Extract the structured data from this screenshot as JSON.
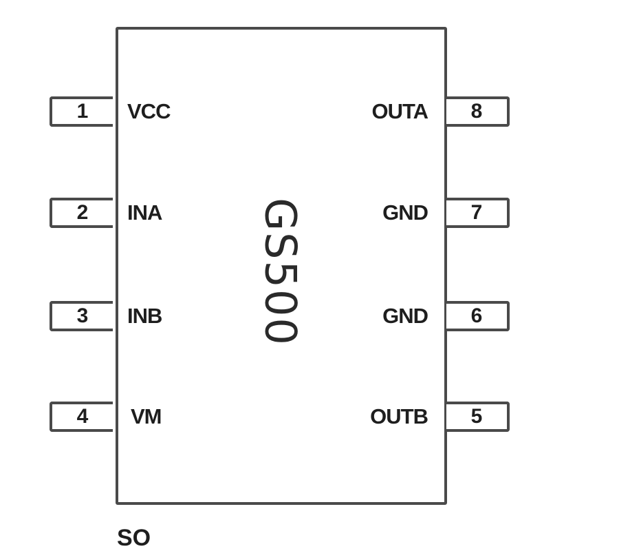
{
  "chip": {
    "name": "GS500",
    "left_pins": [
      {
        "number": "1",
        "label": "VCC"
      },
      {
        "number": "2",
        "label": "INA"
      },
      {
        "number": "3",
        "label": "INB"
      },
      {
        "number": "4",
        "label": "VM"
      }
    ],
    "right_pins": [
      {
        "number": "8",
        "label": "OUTA"
      },
      {
        "number": "7",
        "label": "GND"
      },
      {
        "number": "6",
        "label": "GND"
      },
      {
        "number": "5",
        "label": "OUTB"
      }
    ]
  },
  "footer": {
    "text": "SO"
  }
}
